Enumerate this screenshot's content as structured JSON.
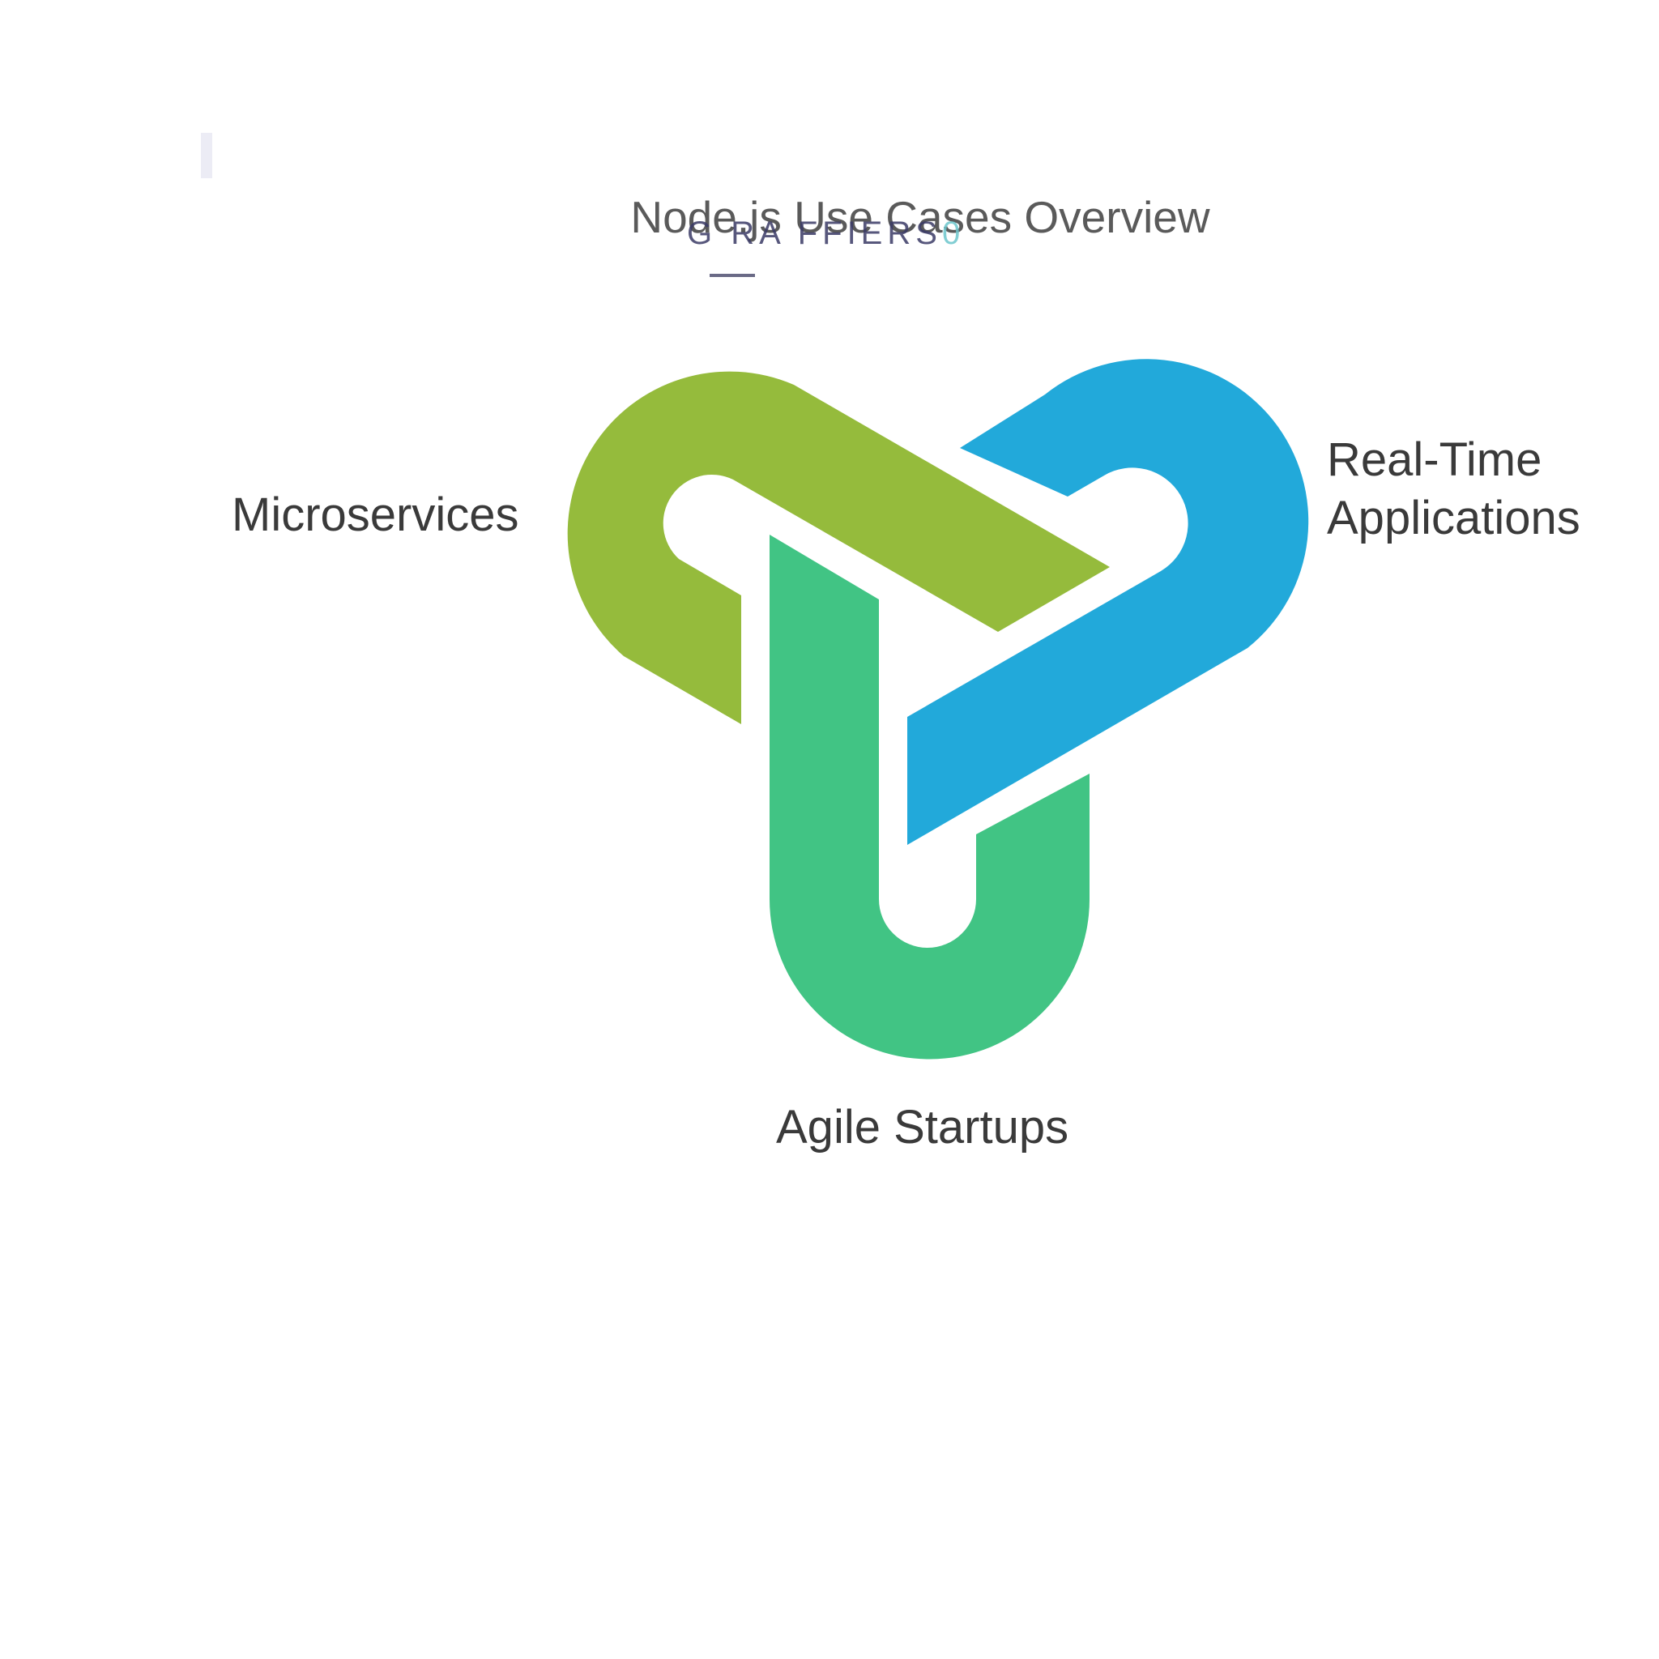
{
  "title": "Node.js Use Cases Overview",
  "watermark": {
    "text": "G  RA  FFIERS",
    "accent": "0"
  },
  "segments": [
    {
      "label": "Microservices",
      "color": "#95bb3c"
    },
    {
      "label_line1": "Real-Time",
      "label_line2": "Applications",
      "color": "#22a9da"
    },
    {
      "label": "Agile Startups",
      "color": "#41c484"
    }
  ]
}
